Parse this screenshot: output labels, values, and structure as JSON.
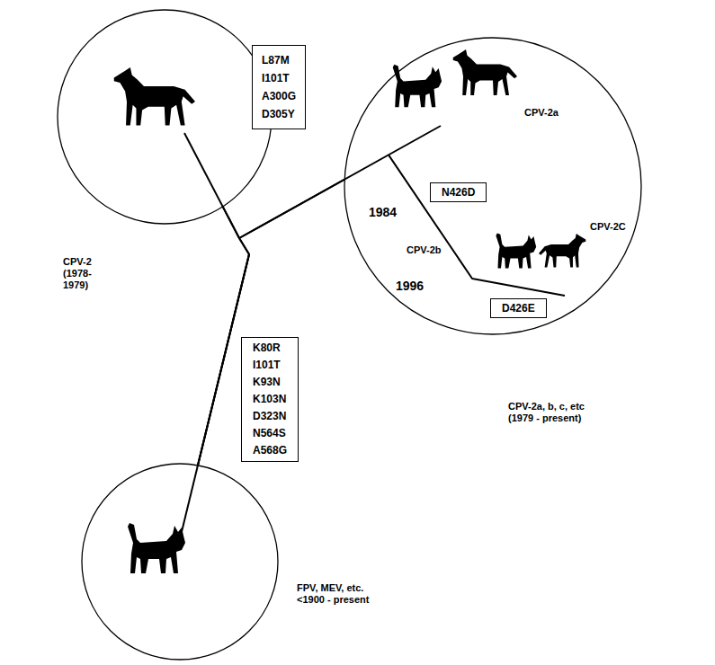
{
  "diagram": {
    "nodes": [
      {
        "text": [
          "CPV-2 (1978-1979)"
        ]
      },
      {
        "text": [
          "L87M I101T A300G D305Y"
        ]
      },
      {
        "text": [
          "CPV-2a, b, c, etc (1979 - present)"
        ]
      },
      {
        "text": [
          "N426D"
        ],
        "in": 2
      },
      {
        "text": [
          "D426E"
        ],
        "in": 2
      },
      {
        "text": [
          "K80R I101T K93N K103N D323N N564S A568G"
        ]
      },
      {
        "text": [
          "FPV, MEV, etc. <1900 - present"
        ]
      }
    ],
    "edges": [
      {
        "from": 6,
        "to": 0,
        "arrow": "none"
      },
      {
        "from": 6,
        "to": 2,
        "arrow": "none"
      }
    ],
    "labels": [
      "CPV-2a",
      "1984",
      "CPV-2b",
      "1996",
      "CPV-2C"
    ]
  }
}
